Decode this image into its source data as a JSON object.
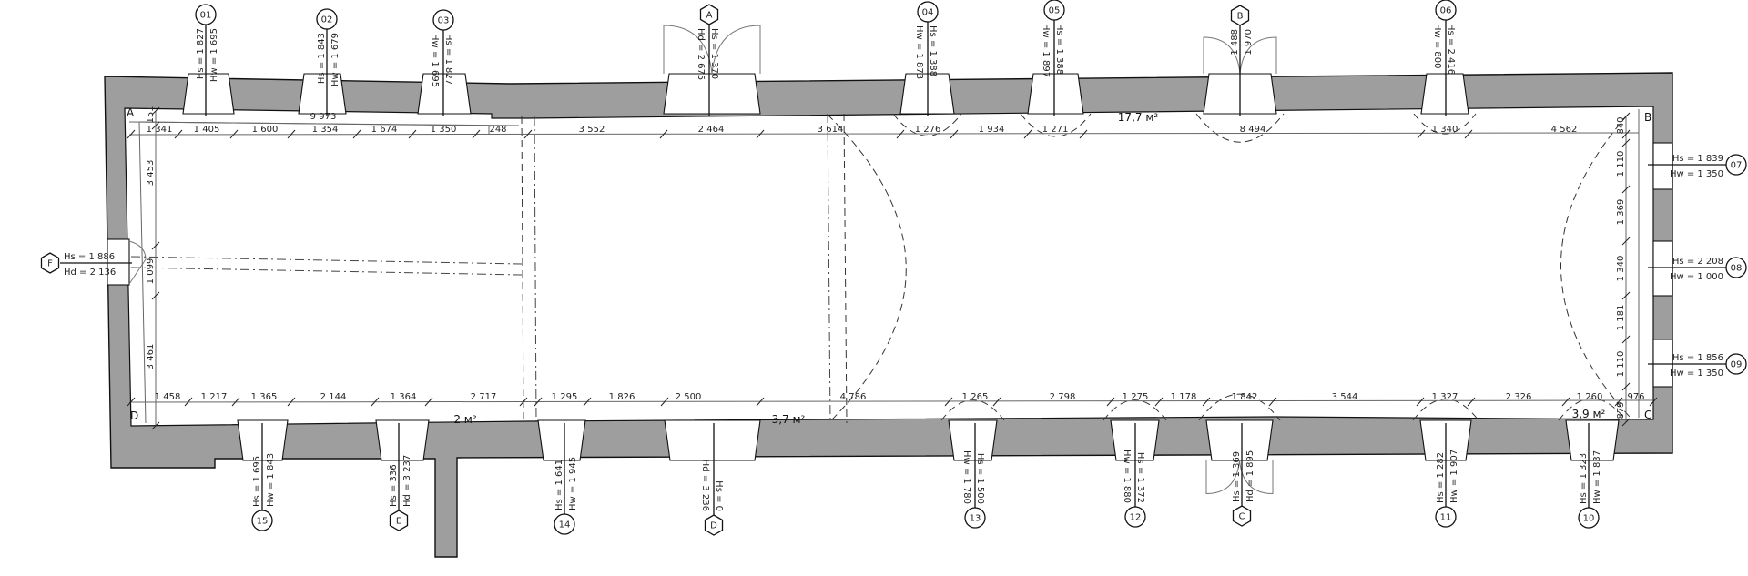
{
  "corners": {
    "a": "A",
    "b": "B",
    "c": "C",
    "d": "D"
  },
  "areas": {
    "top_length": "9 973",
    "main": "17,7 м²",
    "left_niche": "2 м²",
    "mid_niche": "3,7 м²",
    "right_niche": "3,9 м²"
  },
  "top_dimensions": [
    "1 341",
    "1 405",
    "1 600",
    "1 354",
    "1 674",
    "1 350",
    "248",
    "3 552",
    "2 464",
    "3 614",
    "1 276",
    "1 934",
    "1 271",
    "8 494",
    "1 340",
    "4 562"
  ],
  "bottom_dimensions": [
    "1 458",
    "1 217",
    "1 365",
    "2 144",
    "1 364",
    "2 717",
    "1 295",
    "1 826",
    "2 500",
    "4 786",
    "1 265",
    "2 798",
    "1 275",
    "1 178",
    "1 842",
    "3 544",
    "1 327",
    "2 326",
    "1 260",
    "976"
  ],
  "left_dimensions": [
    "151",
    "3 453",
    "1 099",
    "3 461"
  ],
  "right_dimensions": [
    "840",
    "1 110",
    "1 369",
    "1 340",
    "1 181",
    "1 110",
    "879"
  ],
  "markers_top": [
    {
      "id": "01",
      "shape": "circle",
      "lines": [
        "Hs = 1 827",
        "Hw = 1 695"
      ]
    },
    {
      "id": "02",
      "shape": "circle",
      "lines": [
        "Hs = 1 843",
        "Hw = 1 679"
      ]
    },
    {
      "id": "03",
      "shape": "circle",
      "lines": [
        "Hs = 1 827",
        "Hw = 1 695"
      ]
    },
    {
      "id": "A",
      "shape": "hex",
      "lines": [
        "Hs = 1 370",
        "Hd = 2 675"
      ]
    },
    {
      "id": "04",
      "shape": "circle",
      "lines": [
        "Hs = 1 388",
        "Hw = 1 873"
      ]
    },
    {
      "id": "05",
      "shape": "circle",
      "lines": [
        "Hs = 1 388",
        "Hw = 1 897"
      ]
    },
    {
      "id": "B",
      "shape": "hex",
      "lines": [
        "1 488",
        "1 970"
      ]
    },
    {
      "id": "06",
      "shape": "circle",
      "lines": [
        "Hs = 2 416",
        "Hw = 800"
      ]
    }
  ],
  "markers_bottom": [
    {
      "id": "15",
      "shape": "circle",
      "lines": [
        "Hs = 1 695",
        "Hw = 1 843"
      ]
    },
    {
      "id": "E",
      "shape": "hex",
      "lines": [
        "Hs = 336",
        "Hd = 3 237"
      ]
    },
    {
      "id": "14",
      "shape": "circle",
      "lines": [
        "Hs = 1 641",
        "Hw = 1 945"
      ]
    },
    {
      "id": "D",
      "shape": "hex",
      "lines": [
        "Hs = 0",
        "Hd = 3 236"
      ]
    },
    {
      "id": "13",
      "shape": "circle",
      "lines": [
        "Hs = 1 500",
        "Hw = 1 780"
      ]
    },
    {
      "id": "12",
      "shape": "circle",
      "lines": [
        "Hs = 1 372",
        "Hw = 1 880"
      ]
    },
    {
      "id": "C",
      "shape": "hex",
      "lines": [
        "Hs = 1 369",
        "Hd = 1 895"
      ]
    },
    {
      "id": "11",
      "shape": "circle",
      "lines": [
        "Hs = 1 282",
        "Hw = 1 907"
      ]
    },
    {
      "id": "10",
      "shape": "circle",
      "lines": [
        "Hs = 1 323",
        "Hw = 1 837"
      ]
    }
  ],
  "markers_right": [
    {
      "id": "07",
      "shape": "circle",
      "lines": [
        "Hs = 1 839",
        "Hw = 1 350"
      ]
    },
    {
      "id": "08",
      "shape": "circle",
      "lines": [
        "Hs = 2 208",
        "Hw = 1 000"
      ]
    },
    {
      "id": "09",
      "shape": "circle",
      "lines": [
        "Hs = 1 856",
        "Hw = 1 350"
      ]
    }
  ],
  "markers_left": [
    {
      "id": "F",
      "shape": "hex",
      "lines": [
        "Hs = 1 886",
        "Hd = 2 136"
      ]
    }
  ]
}
